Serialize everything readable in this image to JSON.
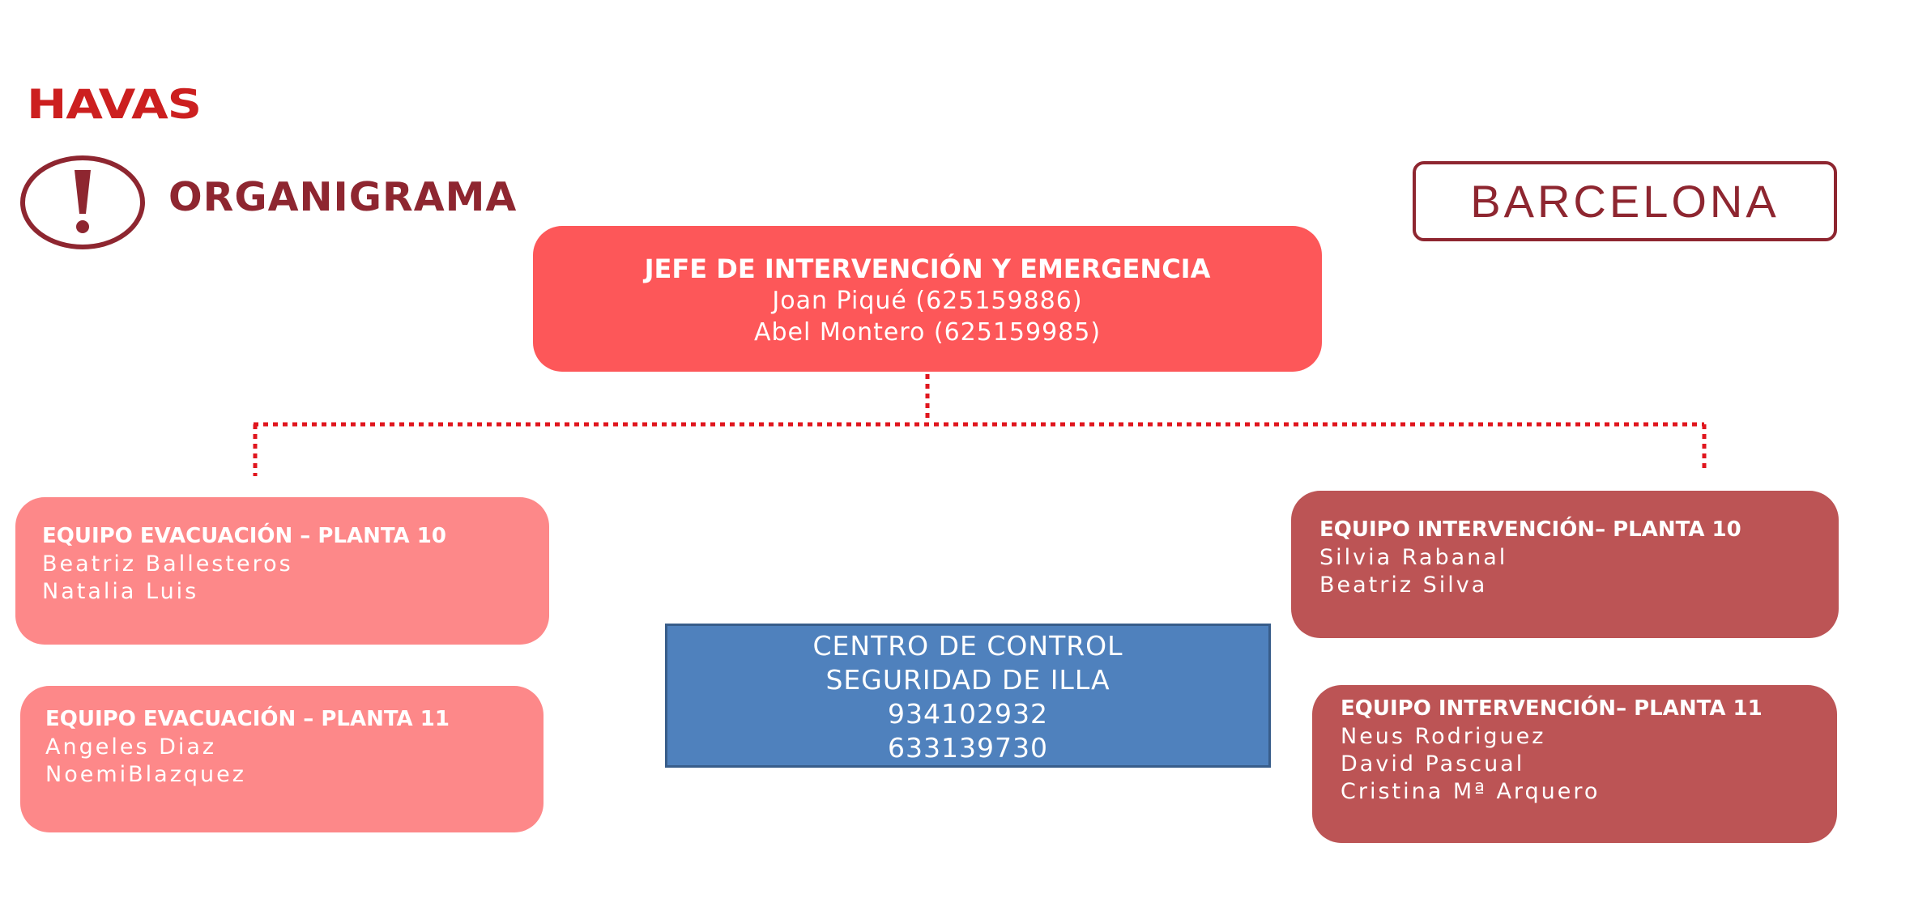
{
  "colors": {
    "brand_red": "#cc1f1f",
    "dark_red": "#8e2630",
    "chief_fill": "#fd5759",
    "evac_fill": "#fd8889",
    "intervention_fill": "#bc5455",
    "control_fill": "#4f81bd",
    "control_border": "#385d8a",
    "connector": "#e0161e"
  },
  "header": {
    "logo": "HAVAS",
    "alert_icon": "exclamation-circle-icon",
    "title": "ORGANIGRAMA",
    "city": "BARCELONA"
  },
  "chief": {
    "title": "JEFE DE INTERVENCIÓN Y EMERGENCIA",
    "members": [
      "Joan Piqué (625159886)",
      "Abel Montero (625159985)"
    ]
  },
  "teams": [
    {
      "title": "EQUIPO EVACUACIÓN – PLANTA 10",
      "members": [
        "Beatriz Ballesteros",
        "Natalia Luis"
      ]
    },
    {
      "title": "EQUIPO EVACUACIÓN – PLANTA 11",
      "members": [
        "Angeles Diaz",
        "NoemiBlazquez"
      ]
    },
    {
      "title": "EQUIPO INTERVENCIÓN– PLANTA 10",
      "members": [
        "Silvia Rabanal",
        "Beatriz Silva"
      ]
    },
    {
      "title": "EQUIPO INTERVENCIÓN– PLANTA 11",
      "members": [
        "Neus Rodriguez",
        "David Pascual",
        "Cristina Mª Arquero"
      ]
    }
  ],
  "control_center": {
    "lines": [
      "CENTRO DE CONTROL",
      "SEGURIDAD DE ILLA",
      "934102932",
      "633139730"
    ]
  }
}
